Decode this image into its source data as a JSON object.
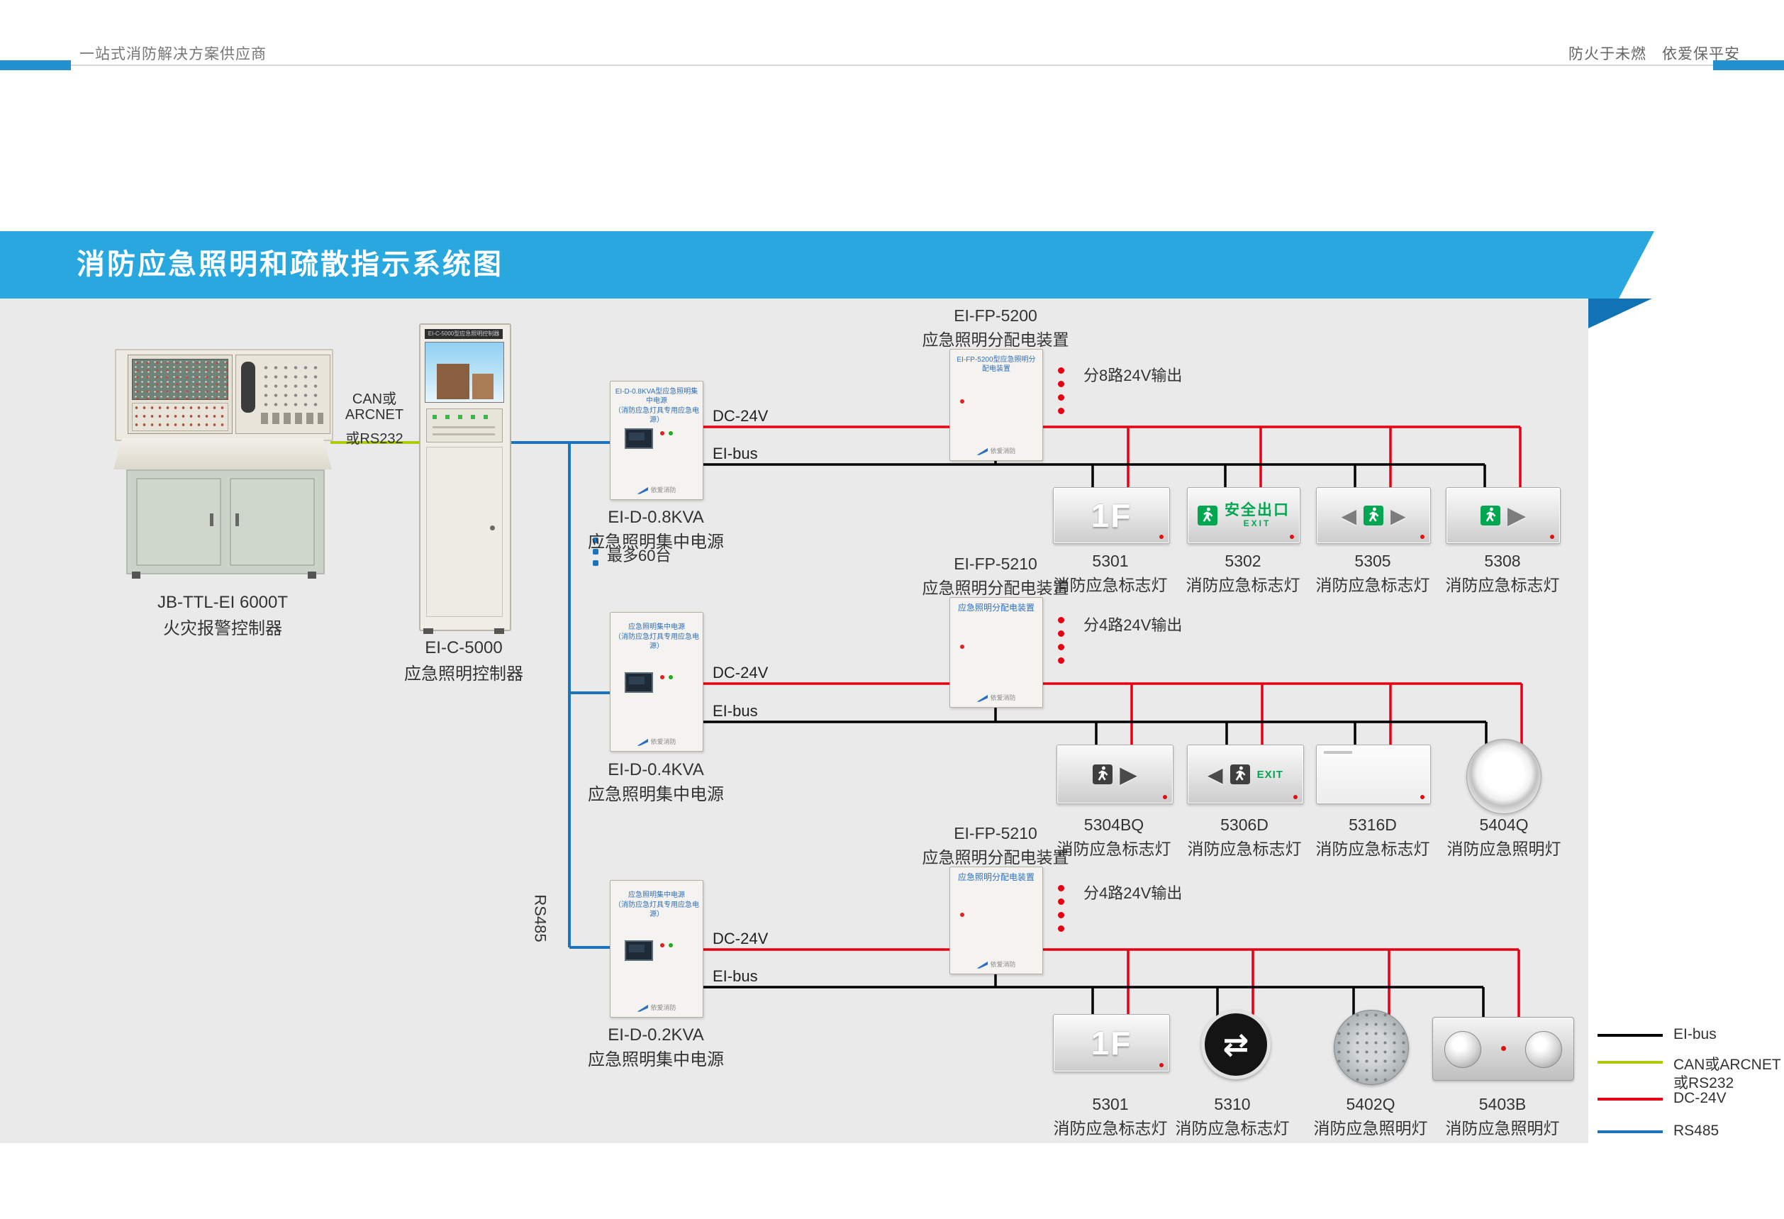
{
  "header": {
    "left_tagline": "一站式消防解决方案供应商",
    "right_tagline": "防火于未燃　依爱保平安"
  },
  "banner": {
    "title": "消防应急照明和疏散指示系统图"
  },
  "colors": {
    "banner_blue": "#29A8DF",
    "fold_blue": "#1273B4",
    "ei_bus_line": "#000000",
    "can_line": "#AFCA0B",
    "dc24v_line": "#E60012",
    "rs485_line": "#1C75BC",
    "exit_green": "#00A651"
  },
  "fire_alarm_controller": {
    "model": "JB-TTL-EI 6000T",
    "name": "火灾报警控制器"
  },
  "lighting_controller": {
    "model": "EI-C-5000",
    "name": "应急照明控制器",
    "panel_text": "EI-C-5000型应急照明控制器"
  },
  "link": {
    "line1": "CAN或",
    "line2": "ARCNET",
    "line3": "或RS232"
  },
  "notes": {
    "max_units": "最多60台",
    "rs485": "RS485"
  },
  "bus": {
    "dc": "DC-24V",
    "ei": "EI-bus"
  },
  "brand": "依爱消防",
  "power_supplies": [
    {
      "model": "EI-D-0.8KVA",
      "name": "应急照明集中电源",
      "panel_line1": "EI-D-0.8KVA型应急照明集中电源",
      "panel_line2": "（消防应急灯具专用应急电源）"
    },
    {
      "model": "EI-D-0.4KVA",
      "name": "应急照明集中电源",
      "panel_line1": "应急照明集中电源",
      "panel_line2": "（消防应急灯具专用应急电源）"
    },
    {
      "model": "EI-D-0.2KVA",
      "name": "应急照明集中电源",
      "panel_line1": "应急照明集中电源",
      "panel_line2": "（消防应急灯具专用应急电源）"
    }
  ],
  "distributors": [
    {
      "model": "EI-FP-5200",
      "name": "应急照明分配电装置",
      "output": "分8路24V输出",
      "panel_text": "EI-FP-5200型应急照明分配电装置"
    },
    {
      "model": "EI-FP-5210",
      "name": "应急照明分配电装置",
      "output": "分4路24V输出",
      "panel_text": "应急照明分配电装置"
    },
    {
      "model": "EI-FP-5210",
      "name": "应急照明分配电装置",
      "output": "分4路24V输出",
      "panel_text": "应急照明分配电装置"
    }
  ],
  "signs": {
    "floor": "1F",
    "exit_cn": "安全出口",
    "exit_en": "EXIT"
  },
  "lights": {
    "row1": [
      {
        "model": "5301",
        "name": "消防应急标志灯"
      },
      {
        "model": "5302",
        "name": "消防应急标志灯"
      },
      {
        "model": "5305",
        "name": "消防应急标志灯"
      },
      {
        "model": "5308",
        "name": "消防应急标志灯"
      }
    ],
    "row2": [
      {
        "model": "5304BQ",
        "name": "消防应急标志灯"
      },
      {
        "model": "5306D",
        "name": "消防应急标志灯"
      },
      {
        "model": "5316D",
        "name": "消防应急标志灯"
      },
      {
        "model": "5404Q",
        "name": "消防应急照明灯"
      }
    ],
    "row3": [
      {
        "model": "5301",
        "name": "消防应急标志灯"
      },
      {
        "model": "5310",
        "name": "消防应急标志灯"
      },
      {
        "model": "5402Q",
        "name": "消防应急照明灯"
      },
      {
        "model": "5403B",
        "name": "消防应急照明灯"
      }
    ]
  },
  "legend": [
    {
      "label": "EI-bus",
      "color": "#000000"
    },
    {
      "label": "CAN或ARCNET",
      "label2": "或RS232",
      "color": "#AFCA0B"
    },
    {
      "label": "DC-24V",
      "color": "#E60012"
    },
    {
      "label": "RS485",
      "color": "#1C75BC"
    }
  ]
}
